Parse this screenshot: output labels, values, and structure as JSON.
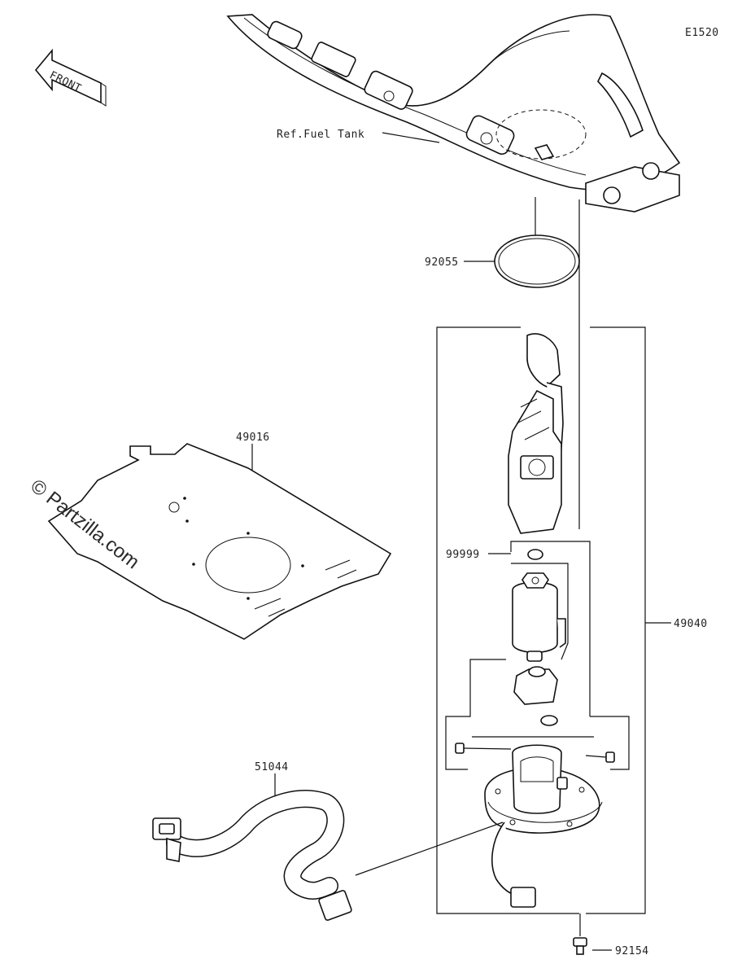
{
  "diagram_code": "E1520",
  "front_arrow_text": "FRONT",
  "watermark": "© Partzilla.com",
  "reference_label": "Ref.Fuel Tank",
  "parts": {
    "o_ring": "92055",
    "pad": "49016",
    "pump_assembly": "49040",
    "kit": "99999",
    "wire_harness": "51044",
    "bolt": "92154"
  },
  "colors": {
    "line": "#111111",
    "background": "#ffffff"
  }
}
